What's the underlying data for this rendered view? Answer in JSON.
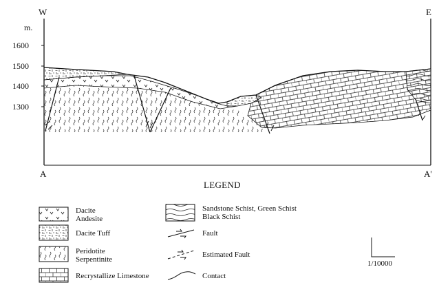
{
  "section": {
    "west_label": "W",
    "east_label": "E",
    "unit_label": "m.",
    "elevation_ticks": [
      "1600",
      "1500",
      "1400",
      "1300"
    ],
    "start_label": "A",
    "end_label": "A'"
  },
  "legend": {
    "title": "LEGEND",
    "items": [
      {
        "lines": [
          "Dacite",
          "Andesite"
        ]
      },
      {
        "lines": [
          "Dacite Tuff"
        ]
      },
      {
        "lines": [
          "Peridotite",
          "Serpentinite"
        ]
      },
      {
        "lines": [
          "Recrystallize Limestone"
        ]
      },
      {
        "lines": [
          "Sandstone Schist, Green Schist",
          "Black Schist"
        ]
      },
      {
        "lines": [
          "Fault"
        ]
      },
      {
        "lines": [
          "Estimated Fault"
        ]
      },
      {
        "lines": [
          "Contact"
        ]
      }
    ]
  },
  "scale": {
    "label": "1/10000"
  }
}
